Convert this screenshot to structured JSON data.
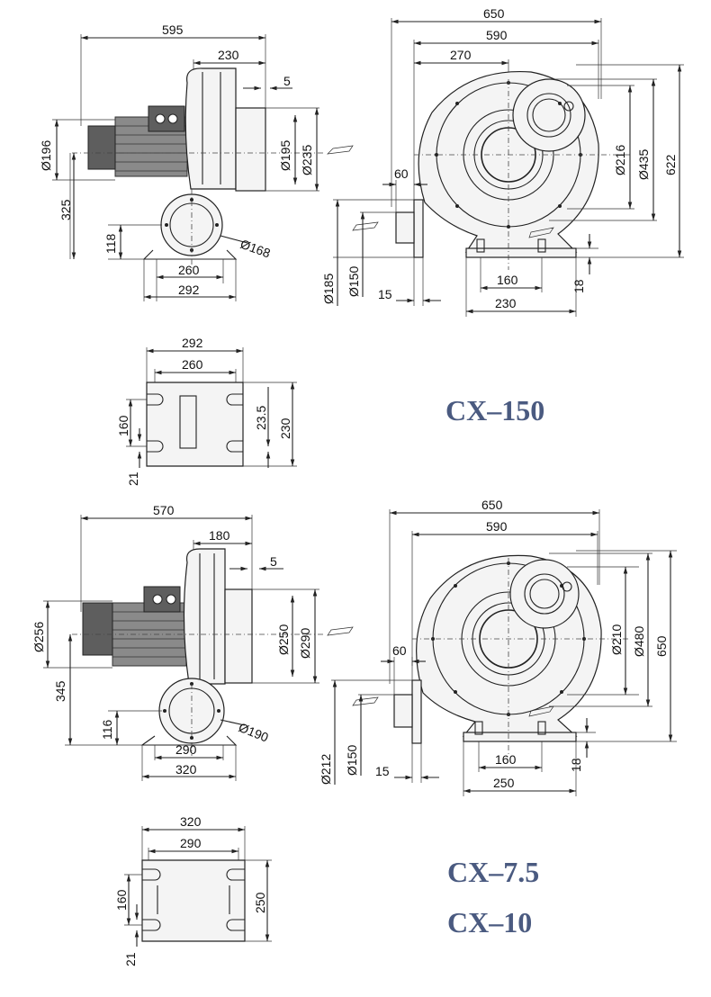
{
  "models": {
    "top": {
      "name": "CX–150"
    },
    "bottom": {
      "name_1": "CX–7.5",
      "name_2": "CX–10"
    }
  },
  "cx150": {
    "side": {
      "overall_length": "595",
      "housing_depth": "230",
      "gap": "5",
      "motor_dia": "Ø196",
      "shaft_height": "325",
      "base_height": "118",
      "outlet_dia_a": "Ø195",
      "outlet_dia_b": "Ø235",
      "flange_dia": "Ø168",
      "base_inner": "260",
      "base_outer": "292"
    },
    "front": {
      "width_overall": "650",
      "width_inner": "590",
      "center_offset": "270",
      "inlet_dia_a": "Ø216",
      "inlet_dia_b": "Ø435",
      "height": "622",
      "flange_thk": "60",
      "outlet_dia_a": "Ø185",
      "outlet_dia_b": "Ø150",
      "flange_edge": "15",
      "base_inner": "160",
      "base_outer": "230",
      "base_h": "18"
    },
    "base": {
      "outer": "292",
      "inner": "260",
      "slot_pitch": "160",
      "slot_w": "21",
      "slot_offset": "23.5",
      "depth": "230"
    }
  },
  "cx75": {
    "side": {
      "overall_length": "570",
      "housing_depth": "180",
      "gap": "5",
      "motor_dia": "Ø256",
      "shaft_height": "345",
      "base_height": "116",
      "outlet_dia_a": "Ø250",
      "outlet_dia_b": "Ø290",
      "flange_dia": "Ø190",
      "base_inner": "290",
      "base_outer": "320"
    },
    "front": {
      "width_overall": "650",
      "width_inner": "590",
      "inlet_dia_a": "Ø210",
      "inlet_dia_b": "Ø480",
      "height": "650",
      "flange_thk": "60",
      "outlet_dia_a": "Ø212",
      "outlet_dia_b": "Ø150",
      "flange_edge": "15",
      "base_inner": "160",
      "base_outer": "250",
      "base_h": "18"
    },
    "base": {
      "outer": "320",
      "inner": "290",
      "slot_pitch": "160",
      "slot_w": "21",
      "depth": "250"
    }
  }
}
